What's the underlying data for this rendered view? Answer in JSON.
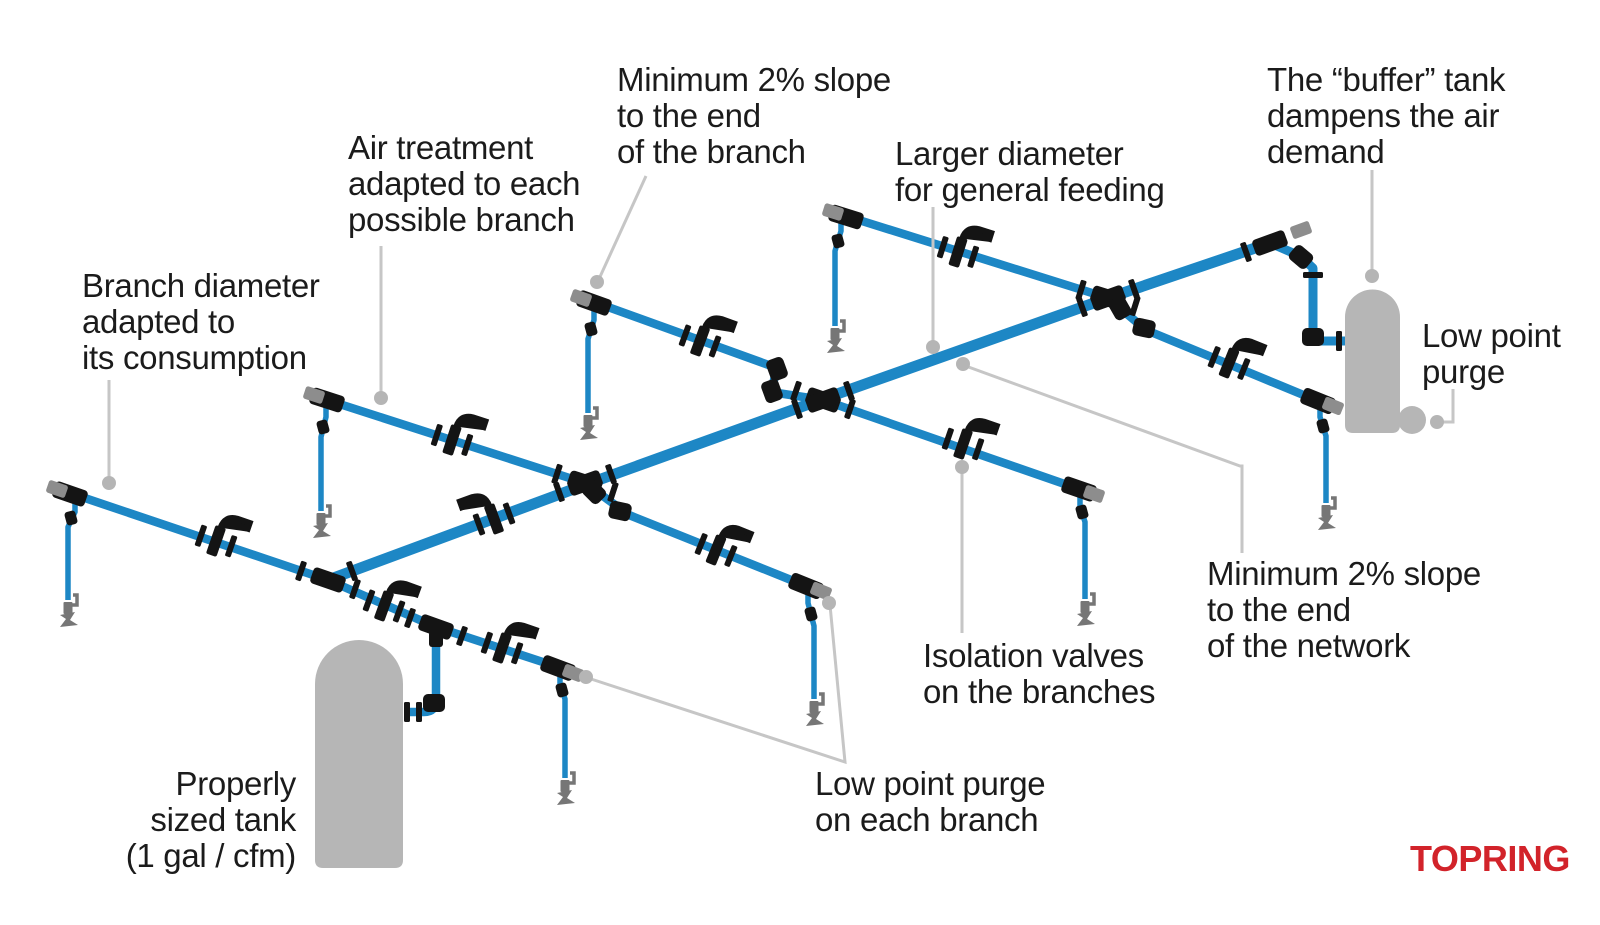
{
  "colors": {
    "background": "#ffffff",
    "pipe": "#1d87c5",
    "fitting": "#141414",
    "metal": "#8d8d8d",
    "purge": "#767676",
    "tank": "#b6b6b6",
    "leader": "#c6c6c6",
    "dot": "#b5b5b5",
    "text": "#1b1b1b",
    "logo_red": "#d2232a"
  },
  "brand": {
    "logo_text": "TOPRING"
  },
  "labels": {
    "branch_diameter": {
      "lines": [
        "Branch diameter",
        "adapted to",
        "its consumption"
      ]
    },
    "air_treatment": {
      "lines": [
        "Air treatment",
        "adapted to each",
        "possible branch"
      ]
    },
    "branch_slope": {
      "lines": [
        "Minimum 2% slope",
        "to the end",
        "of the branch"
      ]
    },
    "larger_diameter": {
      "lines": [
        "Larger diameter",
        "for general feeding"
      ]
    },
    "buffer_tank": {
      "lines": [
        "The “buffer” tank",
        "dampens the air",
        "demand"
      ]
    },
    "low_point_purge_tank": {
      "lines": [
        "Low point",
        "purge"
      ]
    },
    "network_slope": {
      "lines": [
        "Minimum 2% slope",
        "to the end",
        "of the network"
      ]
    },
    "isolation_valves": {
      "lines": [
        "Isolation valves",
        "on the branches"
      ]
    },
    "low_point_purge_branch": {
      "lines": [
        "Low point purge",
        "on each branch"
      ]
    },
    "sized_tank": {
      "lines": [
        "Properly",
        "sized tank",
        "(1 gal / cfm)"
      ]
    }
  }
}
